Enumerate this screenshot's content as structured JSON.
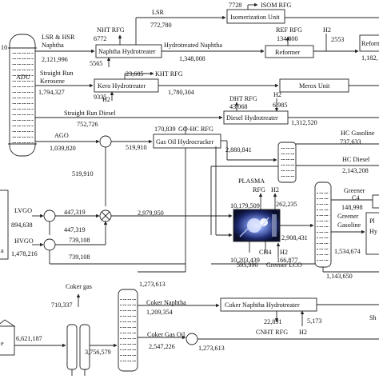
{
  "units": {
    "adu": "ADU",
    "naphtha_hydrotreater": "Naphtha Hydrotreater",
    "isomerization_unit": "Isomerization Unit",
    "reformer": "Reformer",
    "reformer_partial": "Reformi",
    "kero_hydrotreater": "Kero Hydrotreater",
    "merox_unit": "Merox Unit",
    "diesel_hydrotreater": "Diesel Hydrotreater",
    "gas_oil_hydrocracker": "Gas Oil Hydrocracker",
    "coker_naphtha_hydrotreater": "Coker Naphtha Hydrotreater"
  },
  "labels": {
    "lsr_hsr_1": "LSR & HSR",
    "lsr_hsr_2": "Naphtha",
    "lsr": "LSR",
    "isom_rfg": "ISOM RFG",
    "nht_rfg": "NHT RFG",
    "hydrotreated_naphtha": "Hydrotreated Naphtha",
    "ref_rfg": "REF RFG",
    "h2_ref": "H2",
    "straight_run_1": "Straight Run",
    "straight_run_2": "Kerosene",
    "h2_kht": "H2",
    "kht_rfg": "KHT RFG",
    "dht_rfg": "DHT RFG",
    "h2_dht": "H2",
    "srd": "Straight Run Diesel",
    "ago": "AGO",
    "gohc_rfg": "GO-HC RFG",
    "hc_gasoline": "HC Gasoline",
    "hc_diesel": "HC Diesel",
    "plasma": "PLASMA",
    "rfg": "RFG",
    "h2_plasma": "H2",
    "greener": "Greener",
    "c4": "C4",
    "greener2": "Greener",
    "gasoline": "Gasoline",
    "ch4": "CH4",
    "h2_bottom": "H2",
    "greener_lco": "Greener LCO",
    "lvgo": "LVGO",
    "hvgo": "HVGO",
    "coker_gas": "Coker gas",
    "coker_naphtha": "Coker Naphtha",
    "coker_gas_oil": "Coker Gas Oil",
    "cnht_rfg": "CNHT RFG",
    "h2_cnht": "H2",
    "left_10": "10",
    "pl_1": "Pl",
    "pl_2": "Hy",
    "sh": "Sh",
    "ate": "e",
    "ta": "a"
  },
  "values": {
    "v7728": "7728",
    "v772780": "772,780",
    "v6772": "6772",
    "v2121996": "2,121,996",
    "v5565": "5565",
    "v1348008": "1,348,008",
    "v134800": "134,800",
    "v2553": "2553",
    "v1182": "1,182,",
    "v1794327": "1,794,327",
    "v23605": "23,605",
    "v1780304": "1,780,304",
    "v9335": "9335",
    "v43068": "43,068",
    "v6985": "6,985",
    "v752726": "752,726",
    "v1312520": "1,312,520",
    "v1039820": "1,039,820",
    "v170839": "170,839",
    "v519910a": "519,910",
    "v2880841": "2,880,841",
    "v737633": "737,633",
    "v2143208": "2,143,208",
    "v519910b": "519,910",
    "v10179509": "10,179,509",
    "v262235": "262,235",
    "v148998": "148,998",
    "v894638": "894,638",
    "v447319a": "447,319",
    "v2979950": "2,979,950",
    "v447319b": "447,319",
    "v2908431": "2,908,431",
    "v1534674": "1,534,674",
    "v1478216": "1,478,216",
    "v739108a": "739,108",
    "v739108b": "739,108",
    "v10203439": "10,203,439",
    "v166877": "166,877",
    "v595990": "595,990",
    "v1143650": "1,143,650",
    "v1273613a": "1,273,613",
    "v710337": "710,337",
    "v1209354": "1,209,354",
    "v6621187": "6,621,187",
    "v3756579": "3,756,579",
    "v2547226": "2,547,226",
    "v1273613b": "1,273,613",
    "v22891": "22,891",
    "v5173": "5,173"
  }
}
